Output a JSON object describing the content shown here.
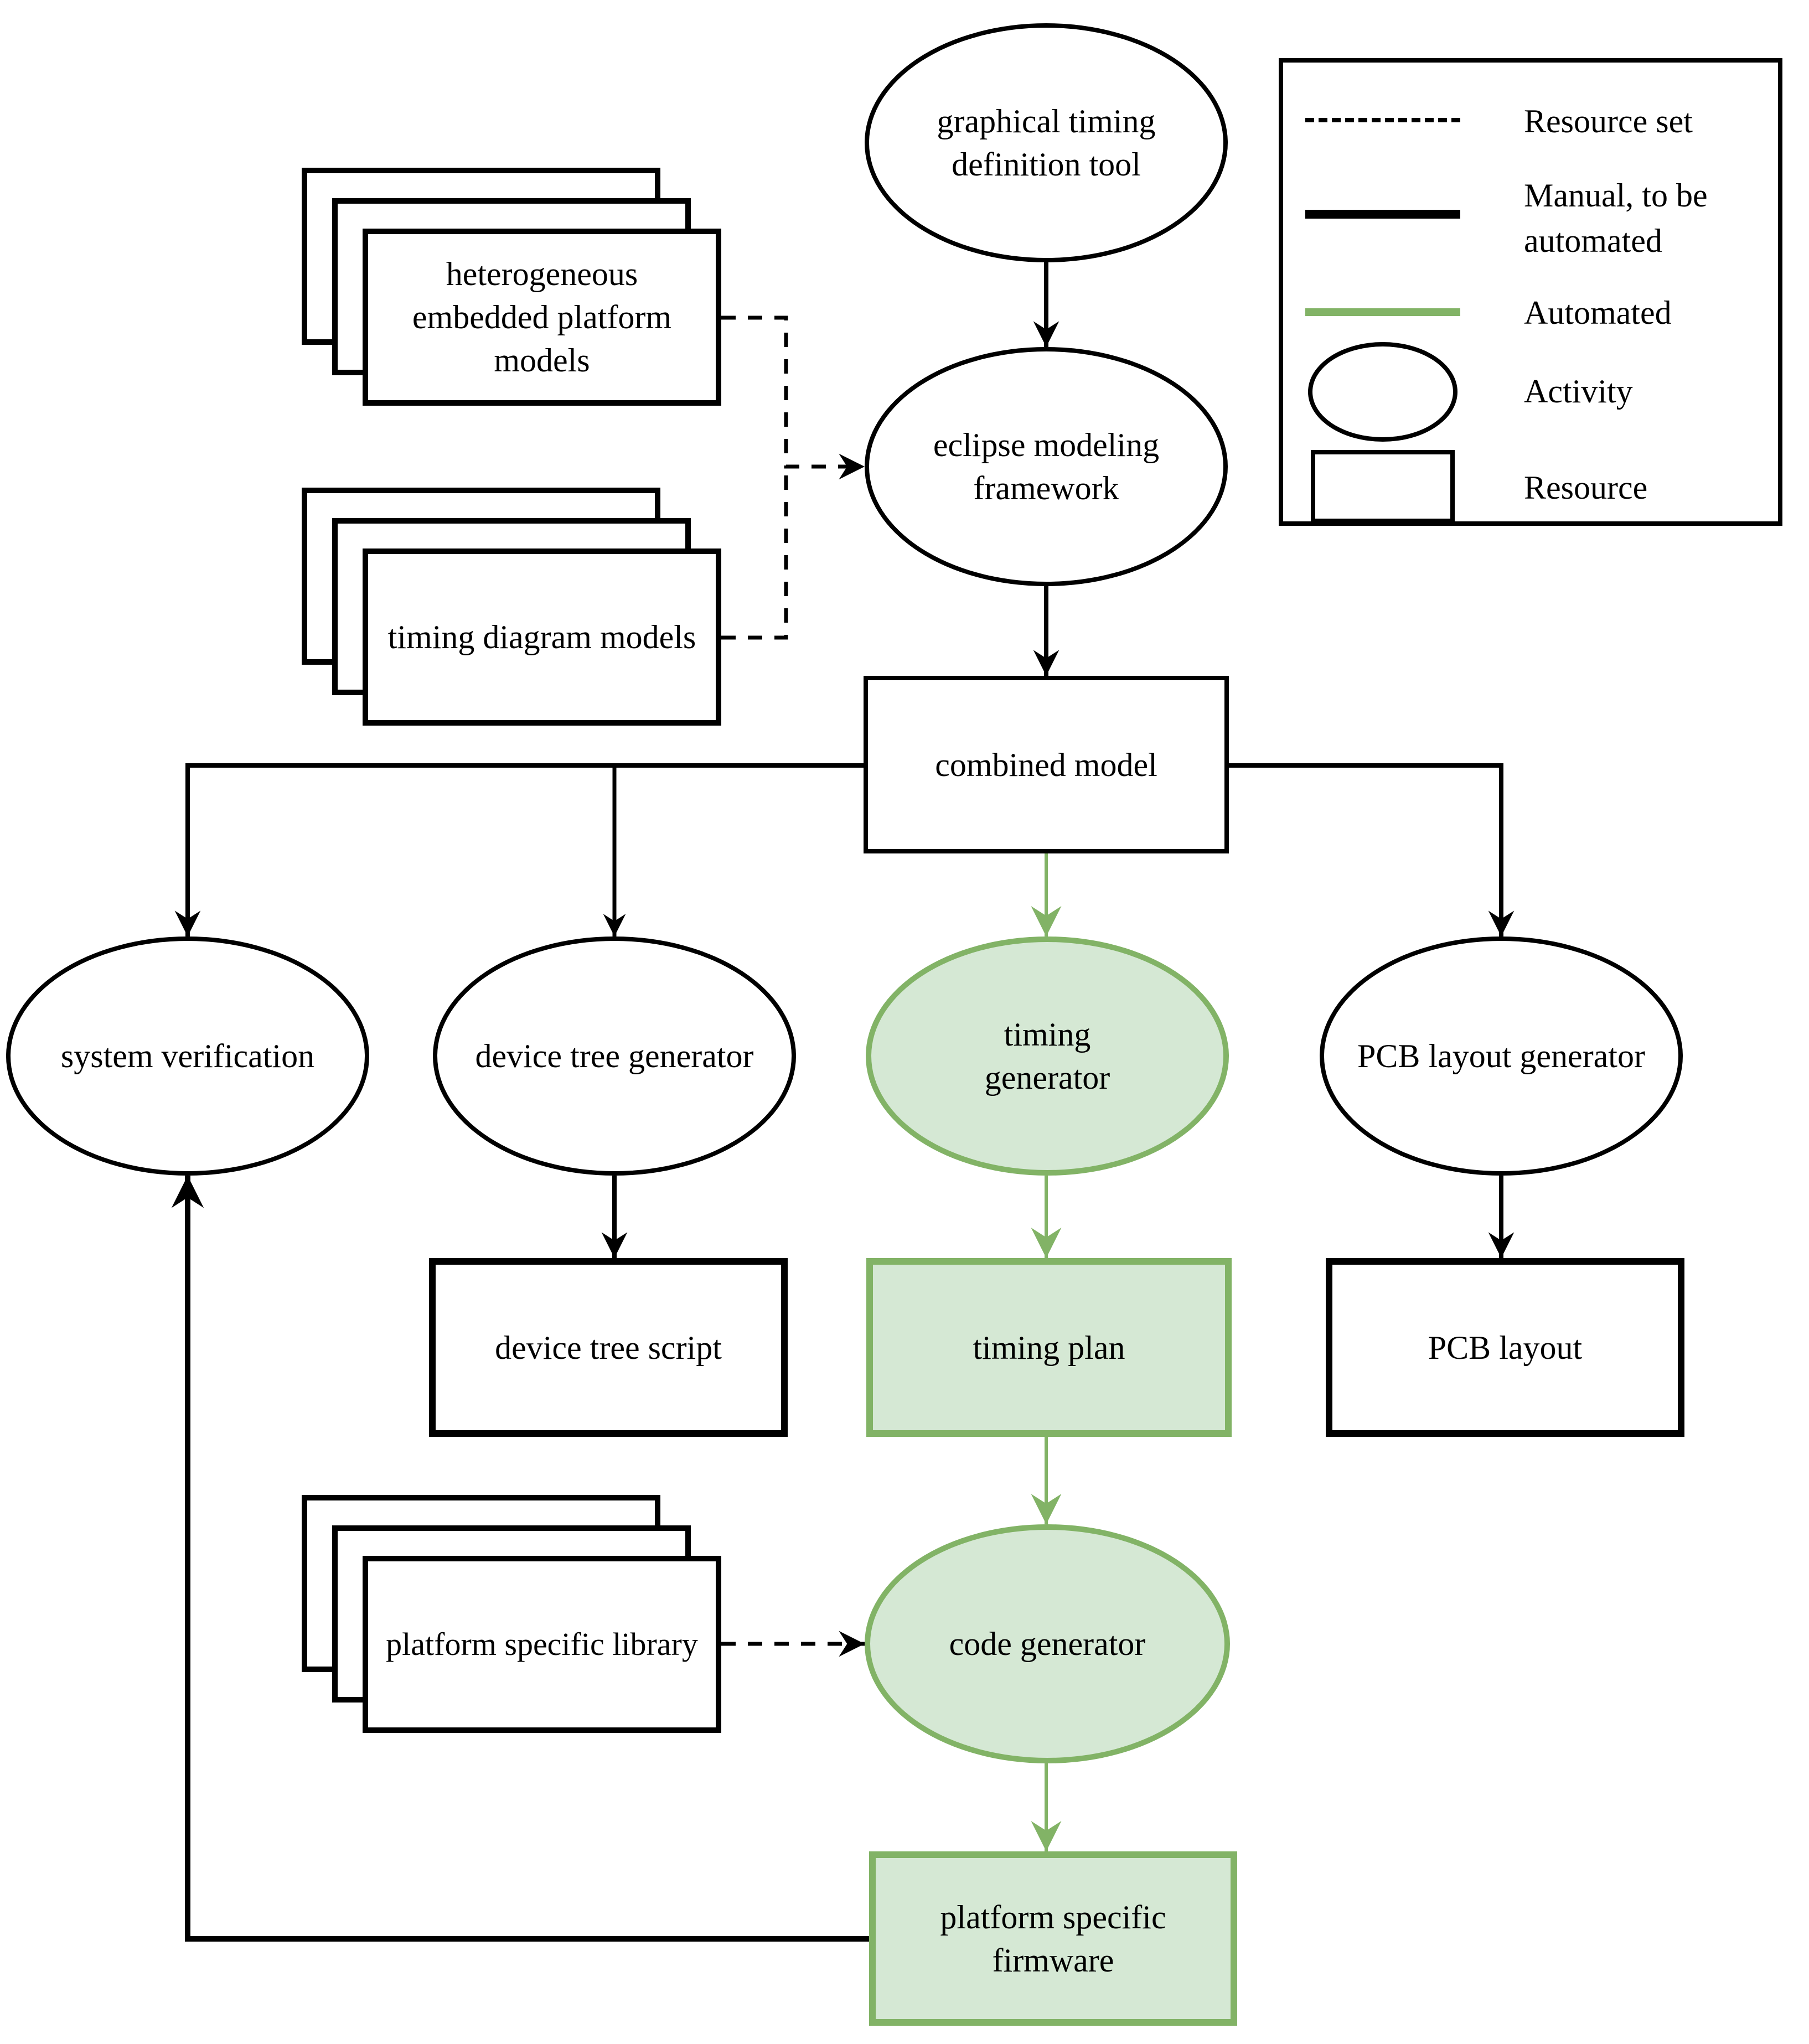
{
  "colors": {
    "manual_stroke": "#000000",
    "automated_stroke": "#82b366",
    "automated_fill": "#d5e8d4",
    "background": "#ffffff",
    "text": "#000000"
  },
  "nodes": {
    "graphical_timing_definition_tool": {
      "label": "graphical timing\ndefinition tool",
      "shape": "activity",
      "mode": "manual"
    },
    "heterogeneous_embedded_platform_models": {
      "label": "heterogeneous\nembedded platform\nmodels",
      "shape": "resource-set",
      "mode": "manual"
    },
    "timing_diagram_models": {
      "label": "timing diagram models",
      "shape": "resource-set",
      "mode": "manual"
    },
    "eclipse_modeling_framework": {
      "label": "eclipse modeling\nframework",
      "shape": "activity",
      "mode": "manual"
    },
    "combined_model": {
      "label": "combined model",
      "shape": "resource",
      "mode": "manual"
    },
    "system_verification": {
      "label": "system verification",
      "shape": "activity",
      "mode": "manual"
    },
    "device_tree_generator": {
      "label": "device tree generator",
      "shape": "activity",
      "mode": "manual"
    },
    "timing_generator": {
      "label": "timing\ngenerator",
      "shape": "activity",
      "mode": "automated"
    },
    "pcb_layout_generator": {
      "label": "PCB layout generator",
      "shape": "activity",
      "mode": "manual"
    },
    "device_tree_script": {
      "label": "device tree script",
      "shape": "resource",
      "mode": "manual"
    },
    "timing_plan": {
      "label": "timing plan",
      "shape": "resource",
      "mode": "automated"
    },
    "pcb_layout": {
      "label": "PCB layout",
      "shape": "resource",
      "mode": "manual"
    },
    "platform_specific_library": {
      "label": "platform specific library",
      "shape": "resource-set",
      "mode": "manual"
    },
    "code_generator": {
      "label": "code generator",
      "shape": "activity",
      "mode": "automated"
    },
    "platform_specific_firmware": {
      "label": "platform specific\nfirmware",
      "shape": "resource",
      "mode": "automated"
    }
  },
  "legend": {
    "items": [
      {
        "key": "resource-set",
        "label": "Resource set"
      },
      {
        "key": "manual",
        "label": "Manual, to be automated"
      },
      {
        "key": "automated",
        "label": "Automated"
      },
      {
        "key": "activity",
        "label": "Activity"
      },
      {
        "key": "resource",
        "label": "Resource"
      }
    ]
  }
}
